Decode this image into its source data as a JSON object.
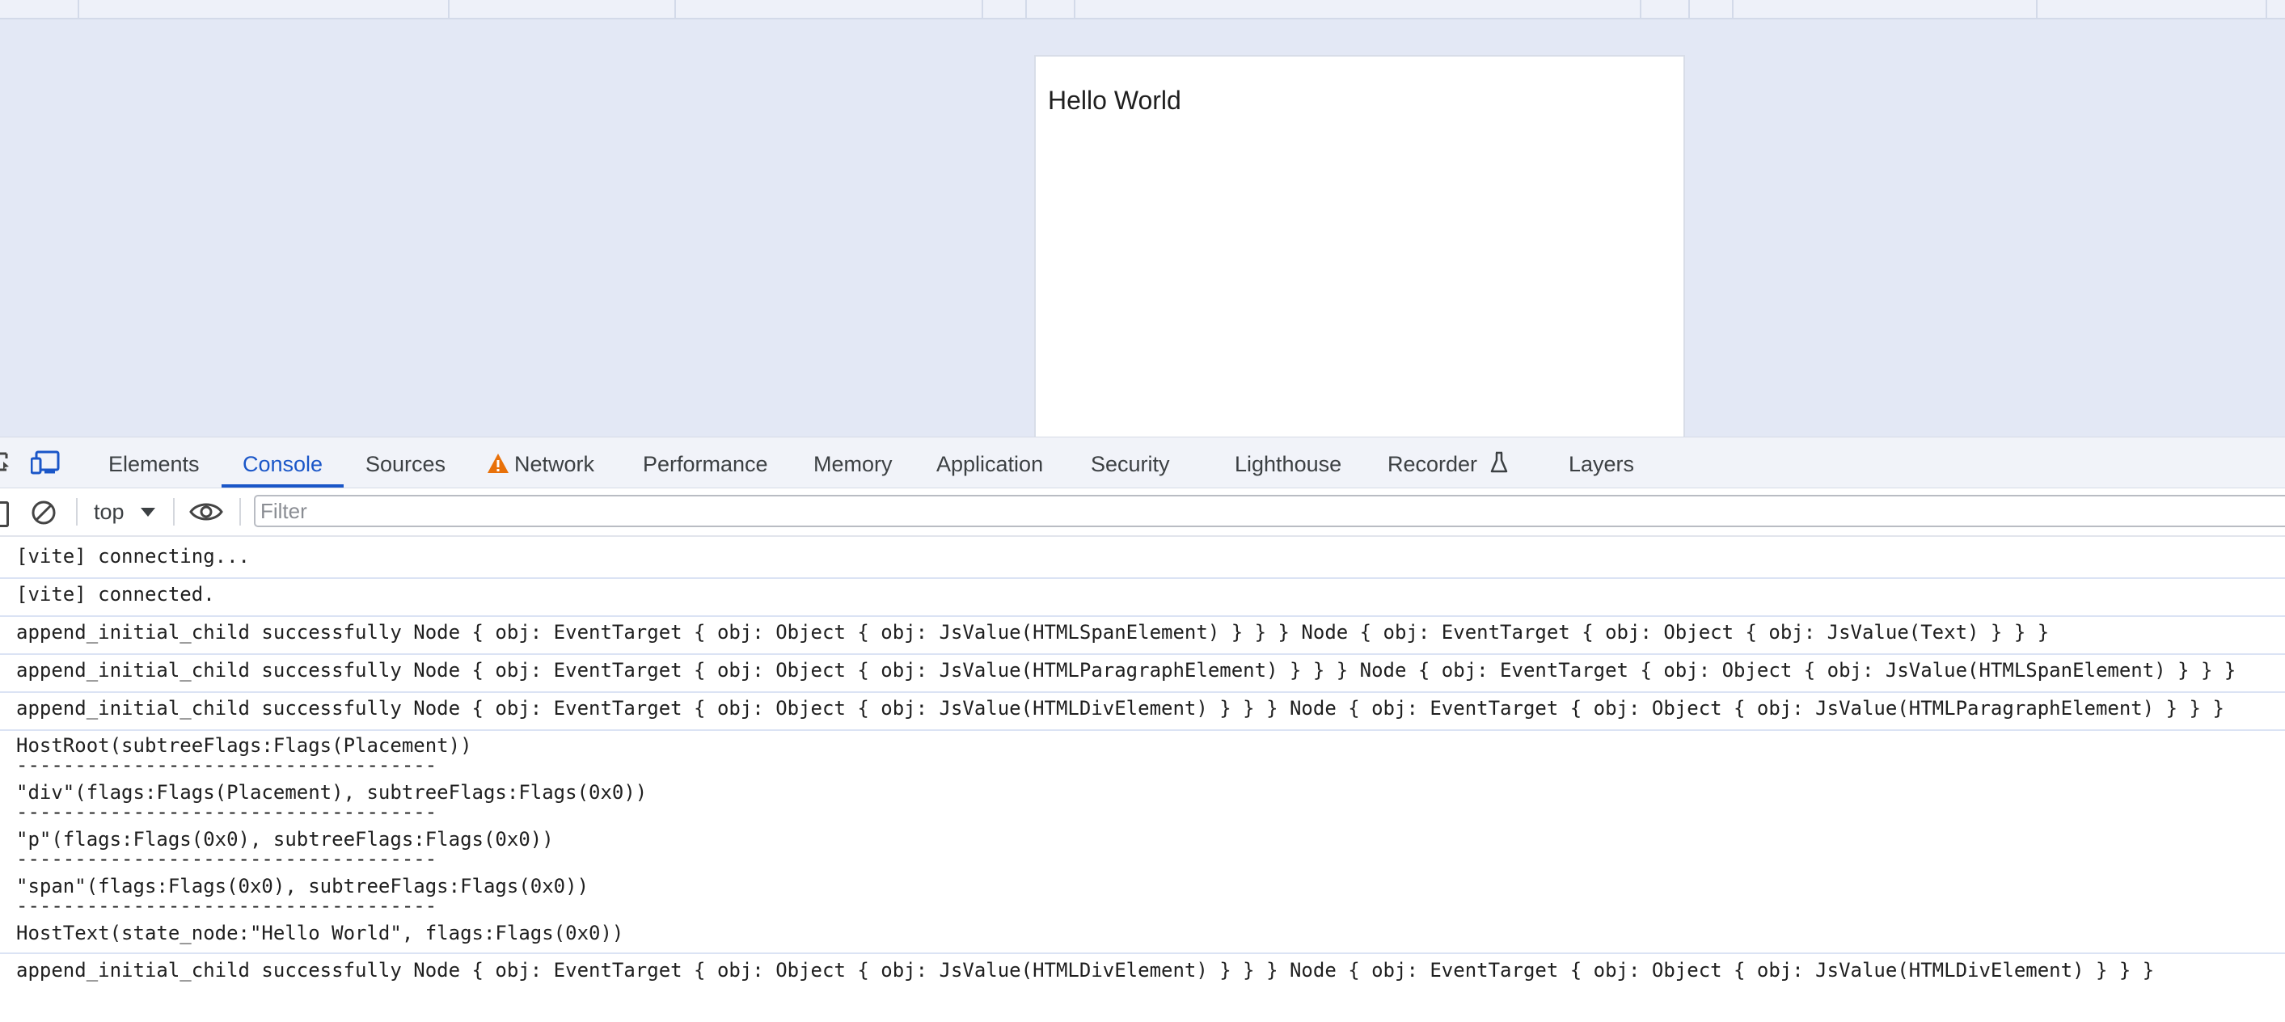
{
  "viewport": {
    "page_text": "Hello World"
  },
  "devtools": {
    "tabs": [
      {
        "label": "Elements"
      },
      {
        "label": "Console",
        "active": true
      },
      {
        "label": "Sources"
      },
      {
        "label": "Network",
        "icon": "warning-icon"
      },
      {
        "label": "Performance"
      },
      {
        "label": "Memory"
      },
      {
        "label": "Application"
      },
      {
        "label": "Security"
      },
      {
        "label": "Lighthouse"
      },
      {
        "label": "Recorder",
        "icon": "flask-icon"
      },
      {
        "label": "Layers"
      }
    ],
    "colors": {
      "active_tab": "#1a56c8",
      "warning": "#e8710a"
    }
  },
  "console_toolbar": {
    "context": "top",
    "filter_placeholder": "Filter"
  },
  "console": {
    "messages": [
      "[vite] connecting...",
      "[vite] connected.",
      "append_initial_child successfully Node { obj: EventTarget { obj: Object { obj: JsValue(HTMLSpanElement) } } } Node { obj: EventTarget { obj: Object { obj: JsValue(Text) } } }",
      "append_initial_child successfully Node { obj: EventTarget { obj: Object { obj: JsValue(HTMLParagraphElement) } } } Node { obj: EventTarget { obj: Object { obj: JsValue(HTMLSpanElement) } } }",
      "append_initial_child successfully Node { obj: EventTarget { obj: Object { obj: JsValue(HTMLDivElement) } } } Node { obj: EventTarget { obj: Object { obj: JsValue(HTMLParagraphElement) } } }",
      "HostRoot(subtreeFlags:Flags(Placement))",
      "------------------------------------",
      "\"div\"(flags:Flags(Placement), subtreeFlags:Flags(0x0))",
      "------------------------------------",
      "\"p\"(flags:Flags(0x0), subtreeFlags:Flags(0x0))",
      "------------------------------------",
      "\"span\"(flags:Flags(0x0), subtreeFlags:Flags(0x0))",
      "------------------------------------",
      "HostText(state_node:\"Hello World\", flags:Flags(0x0))",
      "append_initial_child successfully Node { obj: EventTarget { obj: Object { obj: JsValue(HTMLDivElement) } } } Node { obj: EventTarget { obj: Object { obj: JsValue(HTMLDivElement) } } }"
    ]
  }
}
